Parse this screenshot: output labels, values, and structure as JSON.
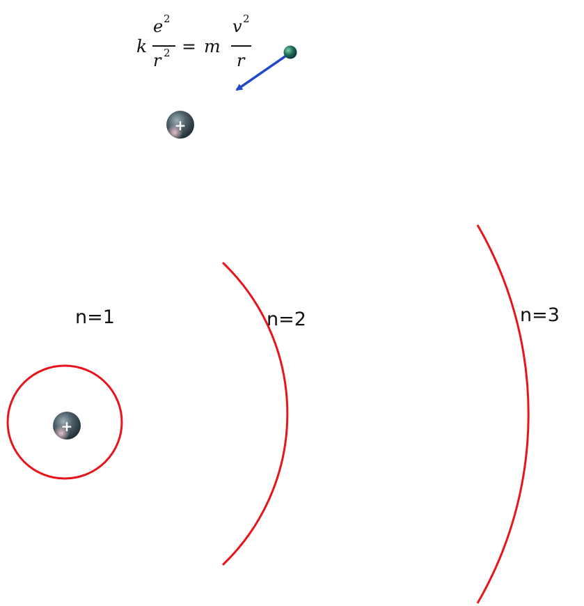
{
  "equation": {
    "k": "k",
    "left_num_base": "e",
    "left_num_exp": "2",
    "left_den_base": "r",
    "left_den_exp": "2",
    "equals": "=",
    "m": "m",
    "right_num_base": "v",
    "right_num_exp": "2",
    "right_den": "r"
  },
  "nucleus_symbol": "+",
  "orbits": [
    {
      "label": "n=1"
    },
    {
      "label": "n=2"
    },
    {
      "label": "n=3"
    }
  ],
  "colors": {
    "orbit": "#e8141b",
    "arrow": "#2148c8",
    "electron": "#1f6f5a",
    "nucleus": "#4a5c66"
  }
}
